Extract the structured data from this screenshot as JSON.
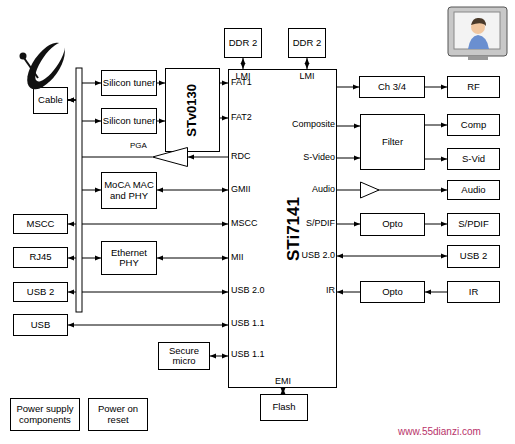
{
  "diagram": {
    "nodes": [
      {
        "text": [
          "DDR 2"
        ]
      },
      {
        "text": [
          "DDR 2"
        ]
      },
      {
        "text": [
          "Cable"
        ]
      },
      {
        "text": [
          "Silicon tuner"
        ]
      },
      {
        "text": [
          "Silicon tuner"
        ]
      },
      {
        "text": [
          "STv0130"
        ]
      },
      {
        "text": [
          "PGA"
        ]
      },
      {
        "text": [
          "MoCA MAC and PHY"
        ]
      },
      {
        "text": [
          "MSCC"
        ]
      },
      {
        "text": [
          "RJ45"
        ]
      },
      {
        "text": [
          "Ethernet PHY"
        ]
      },
      {
        "text": [
          "USB 2"
        ]
      },
      {
        "text": [
          "USB"
        ]
      },
      {
        "text": [
          "Secure micro"
        ]
      },
      {
        "text": [
          "STi7141"
        ]
      },
      {
        "text": [
          "Flash"
        ]
      },
      {
        "text": [
          "Ch 3/4"
        ]
      },
      {
        "text": [
          "RF"
        ]
      },
      {
        "text": [
          "Filter"
        ]
      },
      {
        "text": [
          "Comp"
        ]
      },
      {
        "text": [
          "S-Vid"
        ]
      },
      {
        "text": [
          "Audio"
        ]
      },
      {
        "text": [
          "Opto"
        ]
      },
      {
        "text": [
          "S/PDIF"
        ]
      },
      {
        "text": [
          "USB 2"
        ]
      },
      {
        "text": [
          "Opto"
        ]
      },
      {
        "text": [
          "IR"
        ]
      },
      {
        "text": [
          "Power supply components"
        ]
      },
      {
        "text": [
          "Power on reset"
        ]
      }
    ],
    "edges": [
      {
        "from": 0,
        "to": 14,
        "arrow": "both"
      },
      {
        "from": 1,
        "to": 14,
        "arrow": "both"
      },
      {
        "from": 2,
        "to": 3,
        "arrow": "to"
      },
      {
        "from": 2,
        "to": 4,
        "arrow": "to"
      },
      {
        "from": 3,
        "to": 5,
        "arrow": "to"
      },
      {
        "from": 4,
        "to": 5,
        "arrow": "to"
      },
      {
        "from": 5,
        "to": 14,
        "arrow": "to"
      },
      {
        "from": 5,
        "to": 14,
        "arrow": "to"
      },
      {
        "from": 14,
        "to": 6,
        "arrow": "to"
      },
      {
        "from": 6,
        "to": 2,
        "arrow": "to"
      },
      {
        "from": 2,
        "to": 7,
        "arrow": "both"
      },
      {
        "from": 7,
        "to": 14,
        "arrow": "both"
      },
      {
        "from": 8,
        "to": 14,
        "arrow": "both"
      },
      {
        "from": 9,
        "to": 10,
        "arrow": "both"
      },
      {
        "from": 10,
        "to": 14,
        "arrow": "both"
      },
      {
        "from": 11,
        "to": 14,
        "arrow": "both"
      },
      {
        "from": 12,
        "to": 14,
        "arrow": "both"
      },
      {
        "from": 13,
        "to": 14,
        "arrow": "both"
      },
      {
        "from": 14,
        "to": 15,
        "arrow": "both"
      },
      {
        "from": 14,
        "to": 16,
        "arrow": "to"
      },
      {
        "from": 16,
        "to": 17,
        "arrow": "to"
      },
      {
        "from": 14,
        "to": 18,
        "arrow": "to"
      },
      {
        "from": 14,
        "to": 18,
        "arrow": "to"
      },
      {
        "from": 18,
        "to": 19,
        "arrow": "to"
      },
      {
        "from": 18,
        "to": 20,
        "arrow": "to"
      },
      {
        "from": 14,
        "to": 21,
        "arrow": "to"
      },
      {
        "from": 14,
        "to": 22,
        "arrow": "to"
      },
      {
        "from": 22,
        "to": 23,
        "arrow": "to"
      },
      {
        "from": 14,
        "to": 24,
        "arrow": "both"
      },
      {
        "from": 26,
        "to": 25,
        "arrow": "to"
      },
      {
        "from": 25,
        "to": 14,
        "arrow": "to"
      }
    ],
    "labels": [
      "LMI",
      "LMI",
      "FAT1",
      "FAT2",
      "RDC",
      "GMII",
      "MSCC",
      "MII",
      "USB 2.0",
      "USB 1.1",
      "USB 1.1",
      "Composite",
      "S-Video",
      "Audio",
      "S/PDIF",
      "USB 2.0",
      "IR",
      "EMI",
      "www.55dianzi.com"
    ]
  }
}
